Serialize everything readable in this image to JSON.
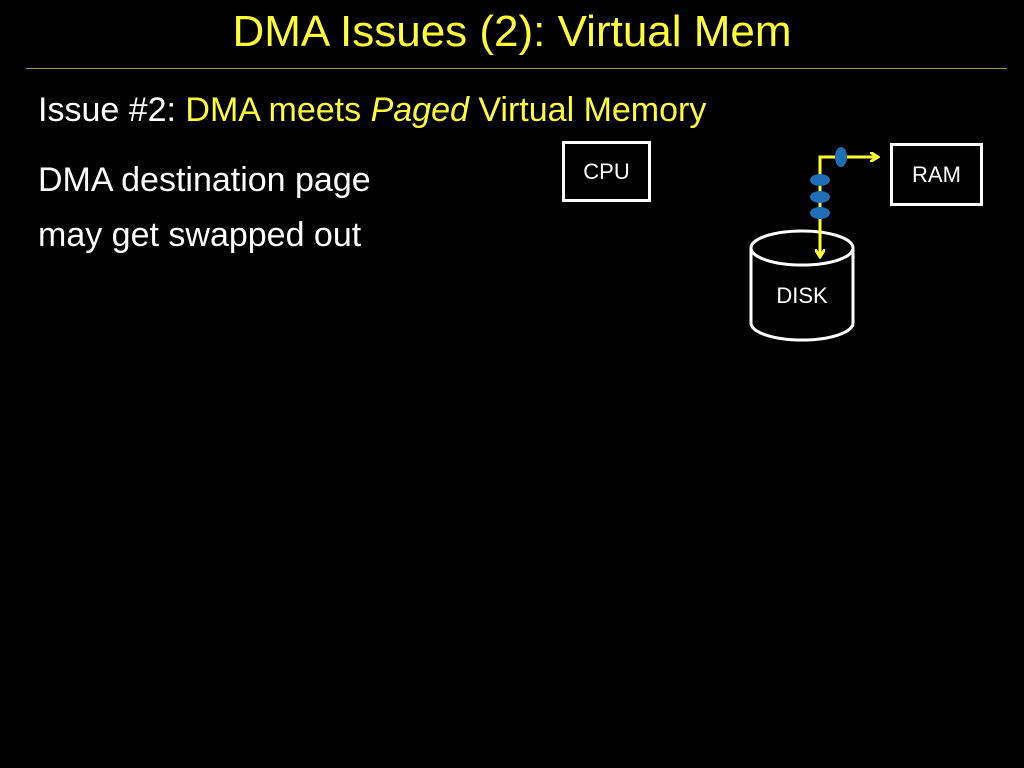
{
  "slide": {
    "title": "DMA Issues (2): Virtual Mem",
    "subtitle": {
      "prefix": "Issue #2: ",
      "highlight_1": "DMA meets ",
      "highlight_italic": "Paged",
      "highlight_2": " Virtual Memory"
    },
    "body_lines": [
      "DMA destination page",
      "may get swapped out"
    ]
  },
  "diagram": {
    "cpu_label": "CPU",
    "ram_label": "RAM",
    "disk_label": "DISK"
  },
  "colors": {
    "background": "#000000",
    "title": "#ffff33",
    "text": "#ffffff",
    "arrow": "#ffff33",
    "bus_marker": "#1f6fb8"
  }
}
